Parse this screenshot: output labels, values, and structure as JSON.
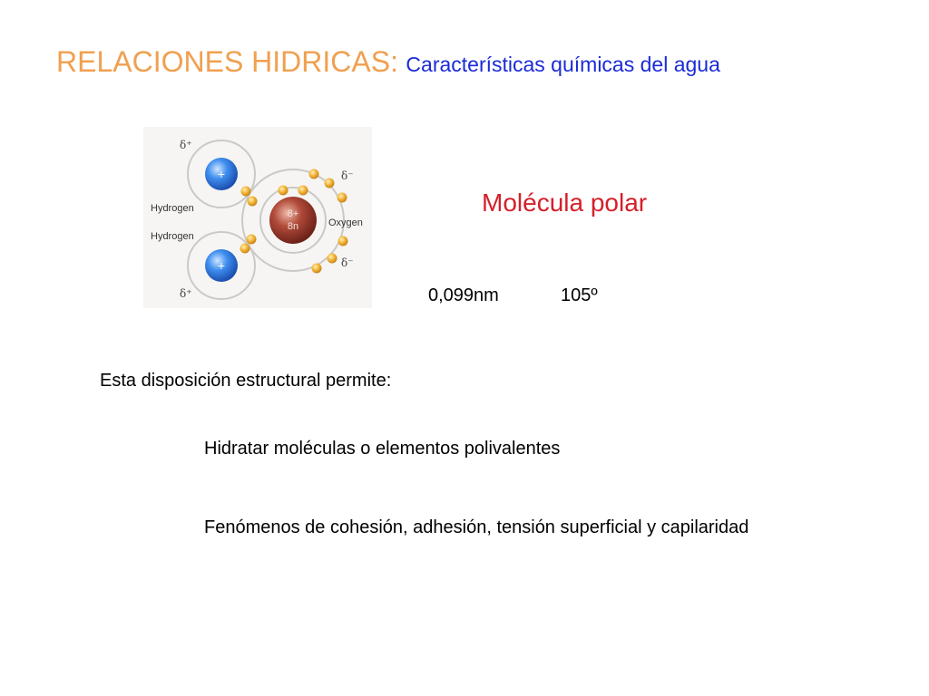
{
  "slide": {
    "title": "RELACIONES HIDRICAS",
    "title_colon": ":",
    "subtitle": "Características químicas del agua",
    "colors": {
      "title": "#f0a050",
      "subtitle": "#1a2bd8",
      "highlight": "#d4202a"
    }
  },
  "diagram": {
    "labels": {
      "hydrogen_top": "Hydrogen",
      "hydrogen_bottom": "Hydrogen",
      "oxygen": "Oxygen",
      "nucleus_protons": "8+",
      "nucleus_neutrons": "8n",
      "proton_sign": "+",
      "delta_plus": "δ⁺",
      "delta_minus": "δ⁻"
    }
  },
  "molecule": {
    "type_label": "Molécula polar",
    "bond_length": "0,099nm",
    "bond_angle": "105º"
  },
  "content": {
    "intro": "Esta disposición estructural permite:",
    "bullets": [
      "Hidratar moléculas o elementos polivalentes",
      "Fenómenos de cohesión, adhesión, tensión superficial y capilaridad"
    ]
  }
}
